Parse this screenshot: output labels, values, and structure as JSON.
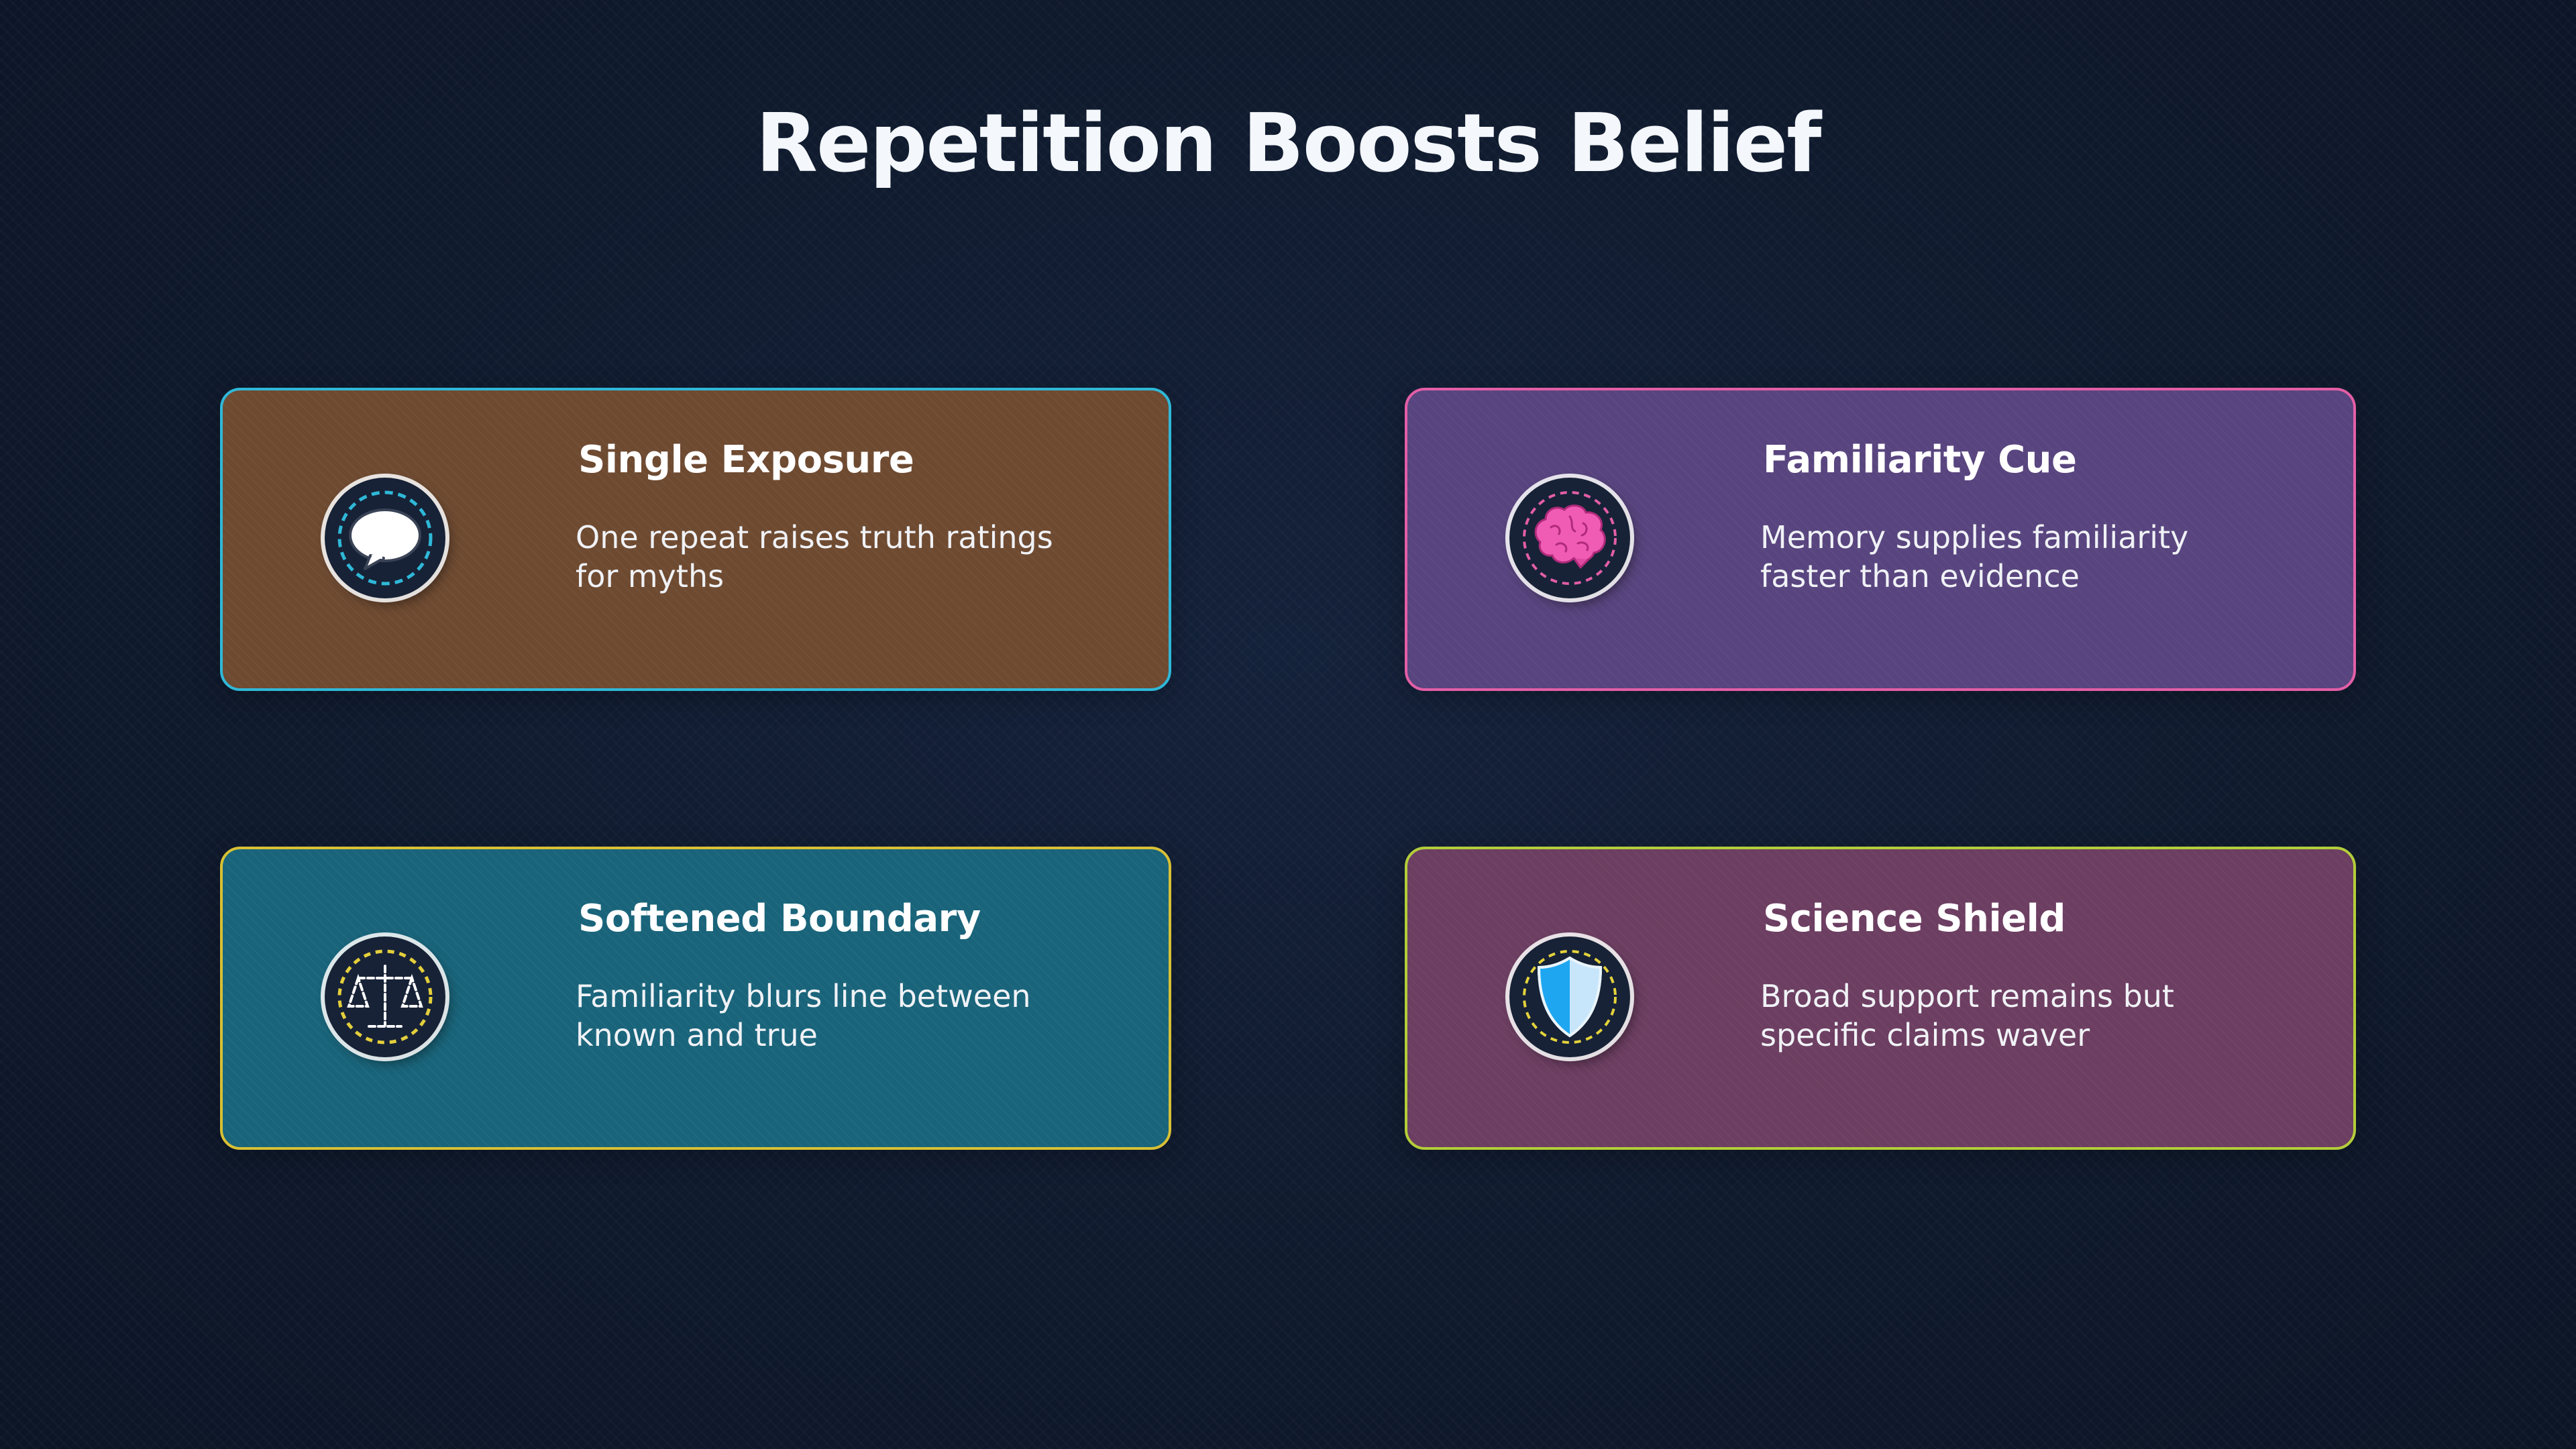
{
  "title": "Repetition Boosts Belief",
  "cards": [
    {
      "title": "Single Exposure",
      "description": "One repeat raises truth ratings for myths",
      "icon": "speech-bubble-icon",
      "background": "#6e4a31",
      "border": "#2fb8d8"
    },
    {
      "title": "Familiarity Cue",
      "description": "Memory supplies familiarity faster than evidence",
      "icon": "brain-icon",
      "background": "#58447e",
      "border": "#e35ea6"
    },
    {
      "title": "Softened Boundary",
      "description": "Familiarity blurs line between known and true",
      "icon": "balance-scale-icon",
      "background": "#19647a",
      "border": "#d8c035"
    },
    {
      "title": "Science Shield",
      "description": "Broad support remains but specific claims waver",
      "icon": "shield-icon",
      "background": "#6c3e61",
      "border": "#b3cd3a"
    }
  ]
}
